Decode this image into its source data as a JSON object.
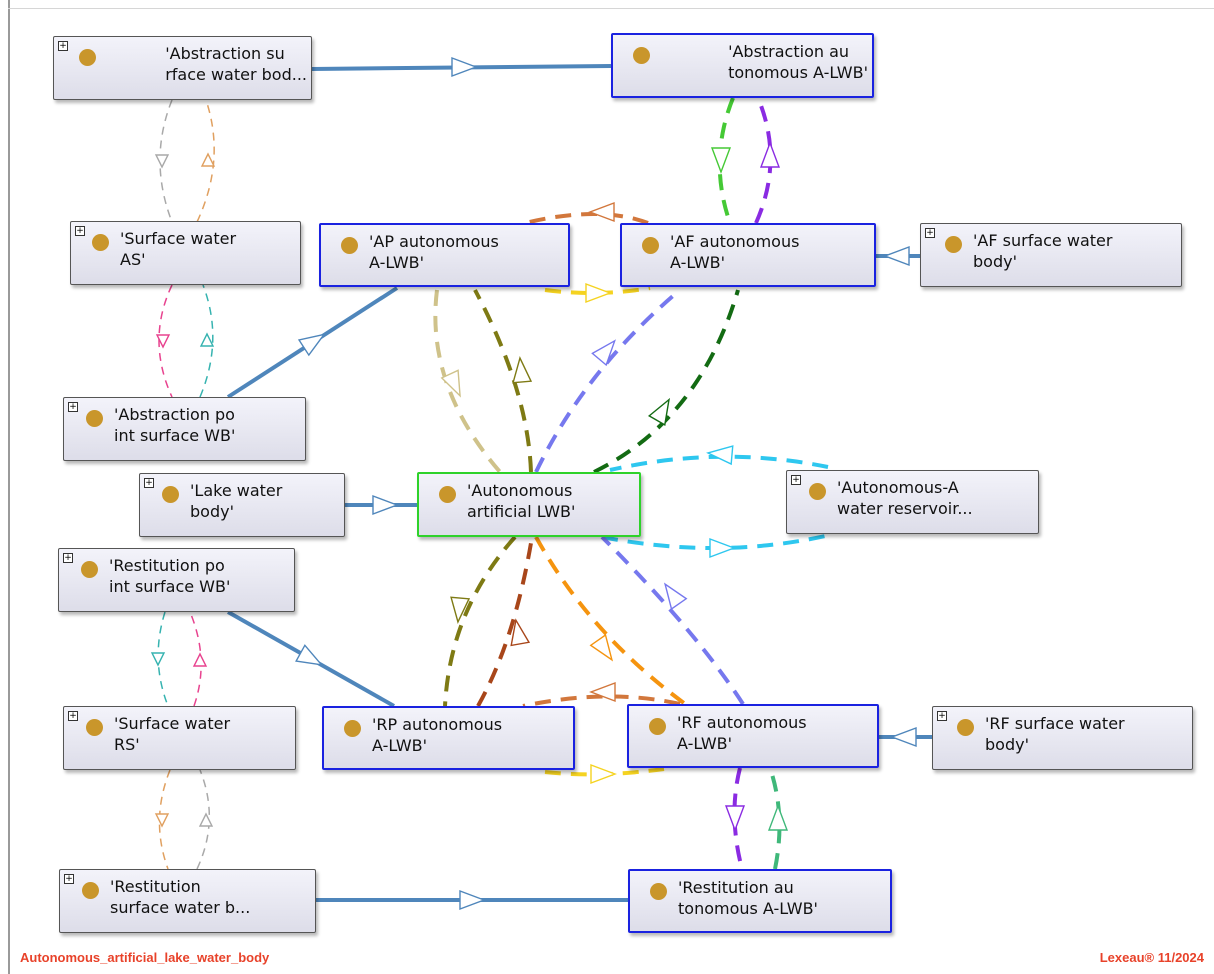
{
  "diagram_name": "Autonomous_artificial_lake_water_body",
  "copyright": "Lexeau® 11/2024",
  "colors": {
    "node_border": "#555555",
    "highlight_border": "#1a22e0",
    "focus_border": "#2ed22a",
    "individual_dot": "#c9962b",
    "link_steel_blue": "#4f86bb",
    "footer_text": "#e8422a"
  },
  "nodes": [
    {
      "id": "abs_surf",
      "line1": "'Abstraction su",
      "line2": "rface water bod...",
      "icon": "individual-dot-icon",
      "expandable": true,
      "style": "plain"
    },
    {
      "id": "abs_auto",
      "line1": "'Abstraction au",
      "line2": "tonomous A-LWB'",
      "icon": "individual-dot-icon",
      "expandable": false,
      "style": "highlight"
    },
    {
      "id": "sw_as",
      "line1": "'Surface water",
      "line2": "AS'",
      "icon": "individual-dot-icon",
      "expandable": true,
      "style": "plain"
    },
    {
      "id": "ap_auto",
      "line1": "'AP autonomous",
      "line2": "A-LWB'",
      "icon": "individual-dot-icon",
      "expandable": false,
      "style": "highlight"
    },
    {
      "id": "af_auto",
      "line1": "'AF autonomous",
      "line2": "A-LWB'",
      "icon": "individual-dot-icon",
      "expandable": false,
      "style": "highlight"
    },
    {
      "id": "af_surf",
      "line1": "'AF surface water",
      "line2": "body'",
      "icon": "individual-dot-icon",
      "expandable": true,
      "style": "plain"
    },
    {
      "id": "abs_point",
      "line1": "'Abstraction po",
      "line2": "int surface WB'",
      "icon": "individual-dot-icon",
      "expandable": true,
      "style": "plain"
    },
    {
      "id": "lake",
      "line1": "'Lake water",
      "line2": "body'",
      "icon": "individual-dot-icon",
      "expandable": true,
      "style": "plain"
    },
    {
      "id": "auto_lwb",
      "line1": "'Autonomous",
      "line2": "artificial LWB'",
      "icon": "individual-dot-icon",
      "expandable": false,
      "style": "focus"
    },
    {
      "id": "auto_res",
      "line1": "'Autonomous-A",
      "line2": "water reservoir...",
      "icon": "individual-dot-icon",
      "expandable": true,
      "style": "plain"
    },
    {
      "id": "rest_point",
      "line1": "'Restitution po",
      "line2": "int surface WB'",
      "icon": "individual-dot-icon",
      "expandable": true,
      "style": "plain"
    },
    {
      "id": "sw_rs",
      "line1": "'Surface water",
      "line2": "RS'",
      "icon": "individual-dot-icon",
      "expandable": true,
      "style": "plain"
    },
    {
      "id": "rp_auto",
      "line1": "'RP autonomous",
      "line2": "A-LWB'",
      "icon": "individual-dot-icon",
      "expandable": false,
      "style": "highlight"
    },
    {
      "id": "rf_auto",
      "line1": "'RF autonomous",
      "line2": "A-LWB'",
      "icon": "individual-dot-icon",
      "expandable": false,
      "style": "highlight"
    },
    {
      "id": "rf_surf",
      "line1": "'RF surface water",
      "line2": "body'",
      "icon": "individual-dot-icon",
      "expandable": true,
      "style": "plain"
    },
    {
      "id": "rest_surf",
      "line1": "'Restitution",
      "line2": "surface water b...",
      "icon": "individual-dot-icon",
      "expandable": true,
      "style": "plain"
    },
    {
      "id": "rest_auto",
      "line1": "'Restitution au",
      "line2": "tonomous A-LWB'",
      "icon": "individual-dot-icon",
      "expandable": false,
      "style": "highlight"
    }
  ],
  "edges": [
    {
      "from": "abs_surf",
      "to": "abs_auto",
      "kind": "subclass",
      "color": "#4f86bb"
    },
    {
      "from": "ap_auto",
      "to": "abs_point",
      "kind": "subclass",
      "color": "#4f86bb"
    },
    {
      "from": "af_surf",
      "to": "af_auto",
      "kind": "subclass",
      "color": "#4f86bb"
    },
    {
      "from": "lake",
      "to": "auto_lwb",
      "kind": "subclass",
      "color": "#4f86bb"
    },
    {
      "from": "rest_point",
      "to": "rp_auto",
      "kind": "subclass",
      "color": "#4f86bb"
    },
    {
      "from": "rf_surf",
      "to": "rf_auto",
      "kind": "subclass",
      "color": "#4f86bb"
    },
    {
      "from": "rest_surf",
      "to": "rest_auto",
      "kind": "subclass",
      "color": "#4f86bb"
    },
    {
      "from": "abs_surf",
      "to": "sw_as",
      "kind": "thin",
      "color": "#a9a9a9"
    },
    {
      "from": "sw_as",
      "to": "abs_surf",
      "kind": "thin",
      "color": "#e0a060"
    },
    {
      "from": "sw_as",
      "to": "abs_point",
      "kind": "thin",
      "color": "#e8438f"
    },
    {
      "from": "abs_point",
      "to": "sw_as",
      "kind": "thin",
      "color": "#36b3b0"
    },
    {
      "from": "rest_point",
      "to": "sw_rs",
      "kind": "thin",
      "color": "#36b3b0"
    },
    {
      "from": "sw_rs",
      "to": "rest_point",
      "kind": "thin",
      "color": "#e8438f"
    },
    {
      "from": "sw_rs",
      "to": "rest_surf",
      "kind": "thin",
      "color": "#e0a060"
    },
    {
      "from": "rest_surf",
      "to": "sw_rs",
      "kind": "thin",
      "color": "#a9a9a9"
    },
    {
      "from": "abs_auto",
      "to": "af_auto",
      "kind": "thick",
      "color": "#45c935"
    },
    {
      "from": "af_auto",
      "to": "abs_auto",
      "kind": "thick",
      "color": "#8a2be2"
    },
    {
      "from": "af_auto",
      "to": "ap_auto",
      "kind": "thick",
      "color": "#d2773c"
    },
    {
      "from": "ap_auto",
      "to": "af_auto",
      "kind": "thick",
      "color": "#f5d321"
    },
    {
      "from": "ap_auto",
      "to": "auto_lwb",
      "kind": "thick",
      "color": "#cfc28a"
    },
    {
      "from": "auto_lwb",
      "to": "ap_auto",
      "kind": "thick",
      "color": "#7e7a14"
    },
    {
      "from": "auto_lwb",
      "to": "af_auto",
      "kind": "thick",
      "color": "#7678ee"
    },
    {
      "from": "auto_lwb",
      "to": "af_auto",
      "kind": "thick",
      "color": "#136b13"
    },
    {
      "from": "auto_res",
      "to": "auto_lwb",
      "kind": "thick",
      "color": "#2ec7ef"
    },
    {
      "from": "auto_lwb",
      "to": "auto_res",
      "kind": "thick",
      "color": "#2ec7ef"
    },
    {
      "from": "auto_lwb",
      "to": "rp_auto",
      "kind": "thick",
      "color": "#7e7a14"
    },
    {
      "from": "rp_auto",
      "to": "auto_lwb",
      "kind": "thick",
      "color": "#a8461a"
    },
    {
      "from": "auto_lwb",
      "to": "rf_auto",
      "kind": "thick",
      "color": "#f5940f"
    },
    {
      "from": "rf_auto",
      "to": "auto_lwb",
      "kind": "thick",
      "color": "#7678ee"
    },
    {
      "from": "rf_auto",
      "to": "rp_auto",
      "kind": "thick",
      "color": "#d2773c"
    },
    {
      "from": "rp_auto",
      "to": "rf_auto",
      "kind": "thick",
      "color": "#f5d321"
    },
    {
      "from": "rf_auto",
      "to": "rest_auto",
      "kind": "thick",
      "color": "#8a2be2"
    },
    {
      "from": "rest_auto",
      "to": "rf_auto",
      "kind": "thick",
      "color": "#3fb87a"
    }
  ]
}
